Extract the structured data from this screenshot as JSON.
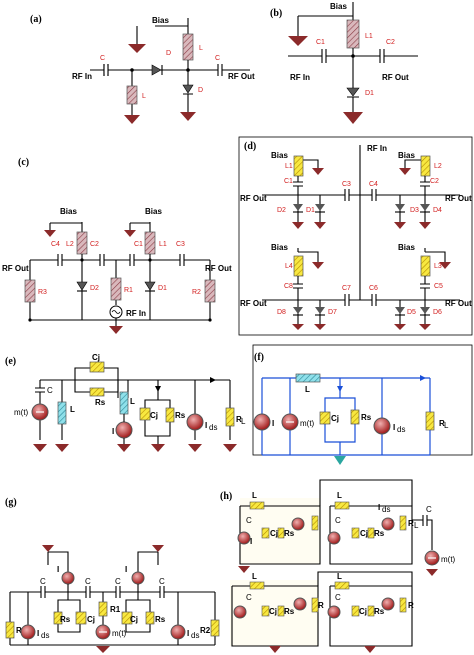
{
  "panels": {
    "a": {
      "tag": "(a)",
      "bias": "Bias",
      "rf_in": "RF In",
      "rf_out": "RF Out",
      "c_left": "C",
      "c_right": "C",
      "l_top": "L",
      "l_left": "L",
      "d_series": "D",
      "d_shunt": "D"
    },
    "b": {
      "tag": "(b)",
      "bias": "Bias",
      "rf_in": "RF In",
      "rf_out": "RF Out",
      "c1": "C1",
      "c2": "C2",
      "l1": "L1",
      "d1": "D1"
    },
    "c": {
      "tag": "(c)",
      "bias_left": "Bias",
      "bias_right": "Bias",
      "rf_out_left": "RF Out",
      "rf_out_right": "RF Out",
      "rf_in": "RF In",
      "c4": "C4",
      "l2": "L2",
      "c2": "C2",
      "c1": "C1",
      "l1": "L1",
      "c3": "C3",
      "r3": "R3",
      "d2": "D2",
      "r1": "R1",
      "d1": "D1",
      "r2": "R2"
    },
    "d": {
      "tag": "(d)",
      "rf_in": "RF In",
      "bias_tl": "Bias",
      "bias_tr": "Bias",
      "bias_bl": "Bias",
      "bias_br": "Bias",
      "rf_out_tl": "RF Out",
      "rf_out_tr": "RF Out",
      "rf_out_bl": "RF Out",
      "rf_out_br": "RF Out",
      "l1": "L1",
      "l2": "L2",
      "l3": "L3",
      "l4": "L4",
      "c1": "C1",
      "c2": "C2",
      "c3": "C3",
      "c4": "C4",
      "c5": "C5",
      "c6": "C6",
      "c7": "C7",
      "c8": "C8",
      "d1": "D1",
      "d2": "D2",
      "d3": "D3",
      "d4": "D4",
      "d5": "D5",
      "d6": "D6",
      "d7": "D7",
      "d8": "D8"
    },
    "e": {
      "tag": "(e)",
      "c": "C",
      "cj": "Cj",
      "rs": "Rs",
      "rs2": "Rs",
      "cj2": "Cj",
      "mt": "m(t)",
      "l1": "L",
      "l2": "L",
      "i": "I",
      "ids": "I",
      "ids_sub": "ds",
      "rl": "R",
      "rl_sub": "L"
    },
    "f": {
      "tag": "(f)",
      "l": "L",
      "i": "I",
      "mt": "m(t)",
      "cj": "Cj",
      "rs": "Rs",
      "ids": "I",
      "ids_sub": "ds",
      "rl": "R",
      "rl_sub": "L"
    },
    "g": {
      "tag": "(g)",
      "i_left": "I",
      "i_right": "I",
      "c1": "C",
      "c2": "C",
      "c3": "C",
      "c4": "C",
      "r3": "R3",
      "r1": "R1",
      "r2": "R2",
      "rs_l": "Rs",
      "cj_l": "Cj",
      "rs_r": "Rs",
      "cj_r": "Cj",
      "mt": "m(t)",
      "ids_l": "I",
      "ids_r": "I",
      "ids_sub": "ds"
    },
    "h": {
      "tag": "(h)",
      "l_labels": [
        "L",
        "L",
        "L",
        "L"
      ],
      "c_labels": [
        "C",
        "C",
        "C",
        "C",
        "C"
      ],
      "i": "I",
      "cj": "Cj",
      "rs": "Rs",
      "ids": "I",
      "ids_sub": "ds",
      "rl": "R",
      "rl_sub": "L",
      "mt": "m(t)"
    }
  },
  "colors": {
    "inductor_red": "#c99aa0",
    "inductor_yellow": "#f6e32a",
    "inductor_cyan": "#74d3de",
    "capacitor_yellow": "#f6e32a",
    "label_red": "#d21e1e",
    "wire_blue": "#1a4fd8",
    "ground_red": "#8b2a2a",
    "source_red": "#b33"
  }
}
